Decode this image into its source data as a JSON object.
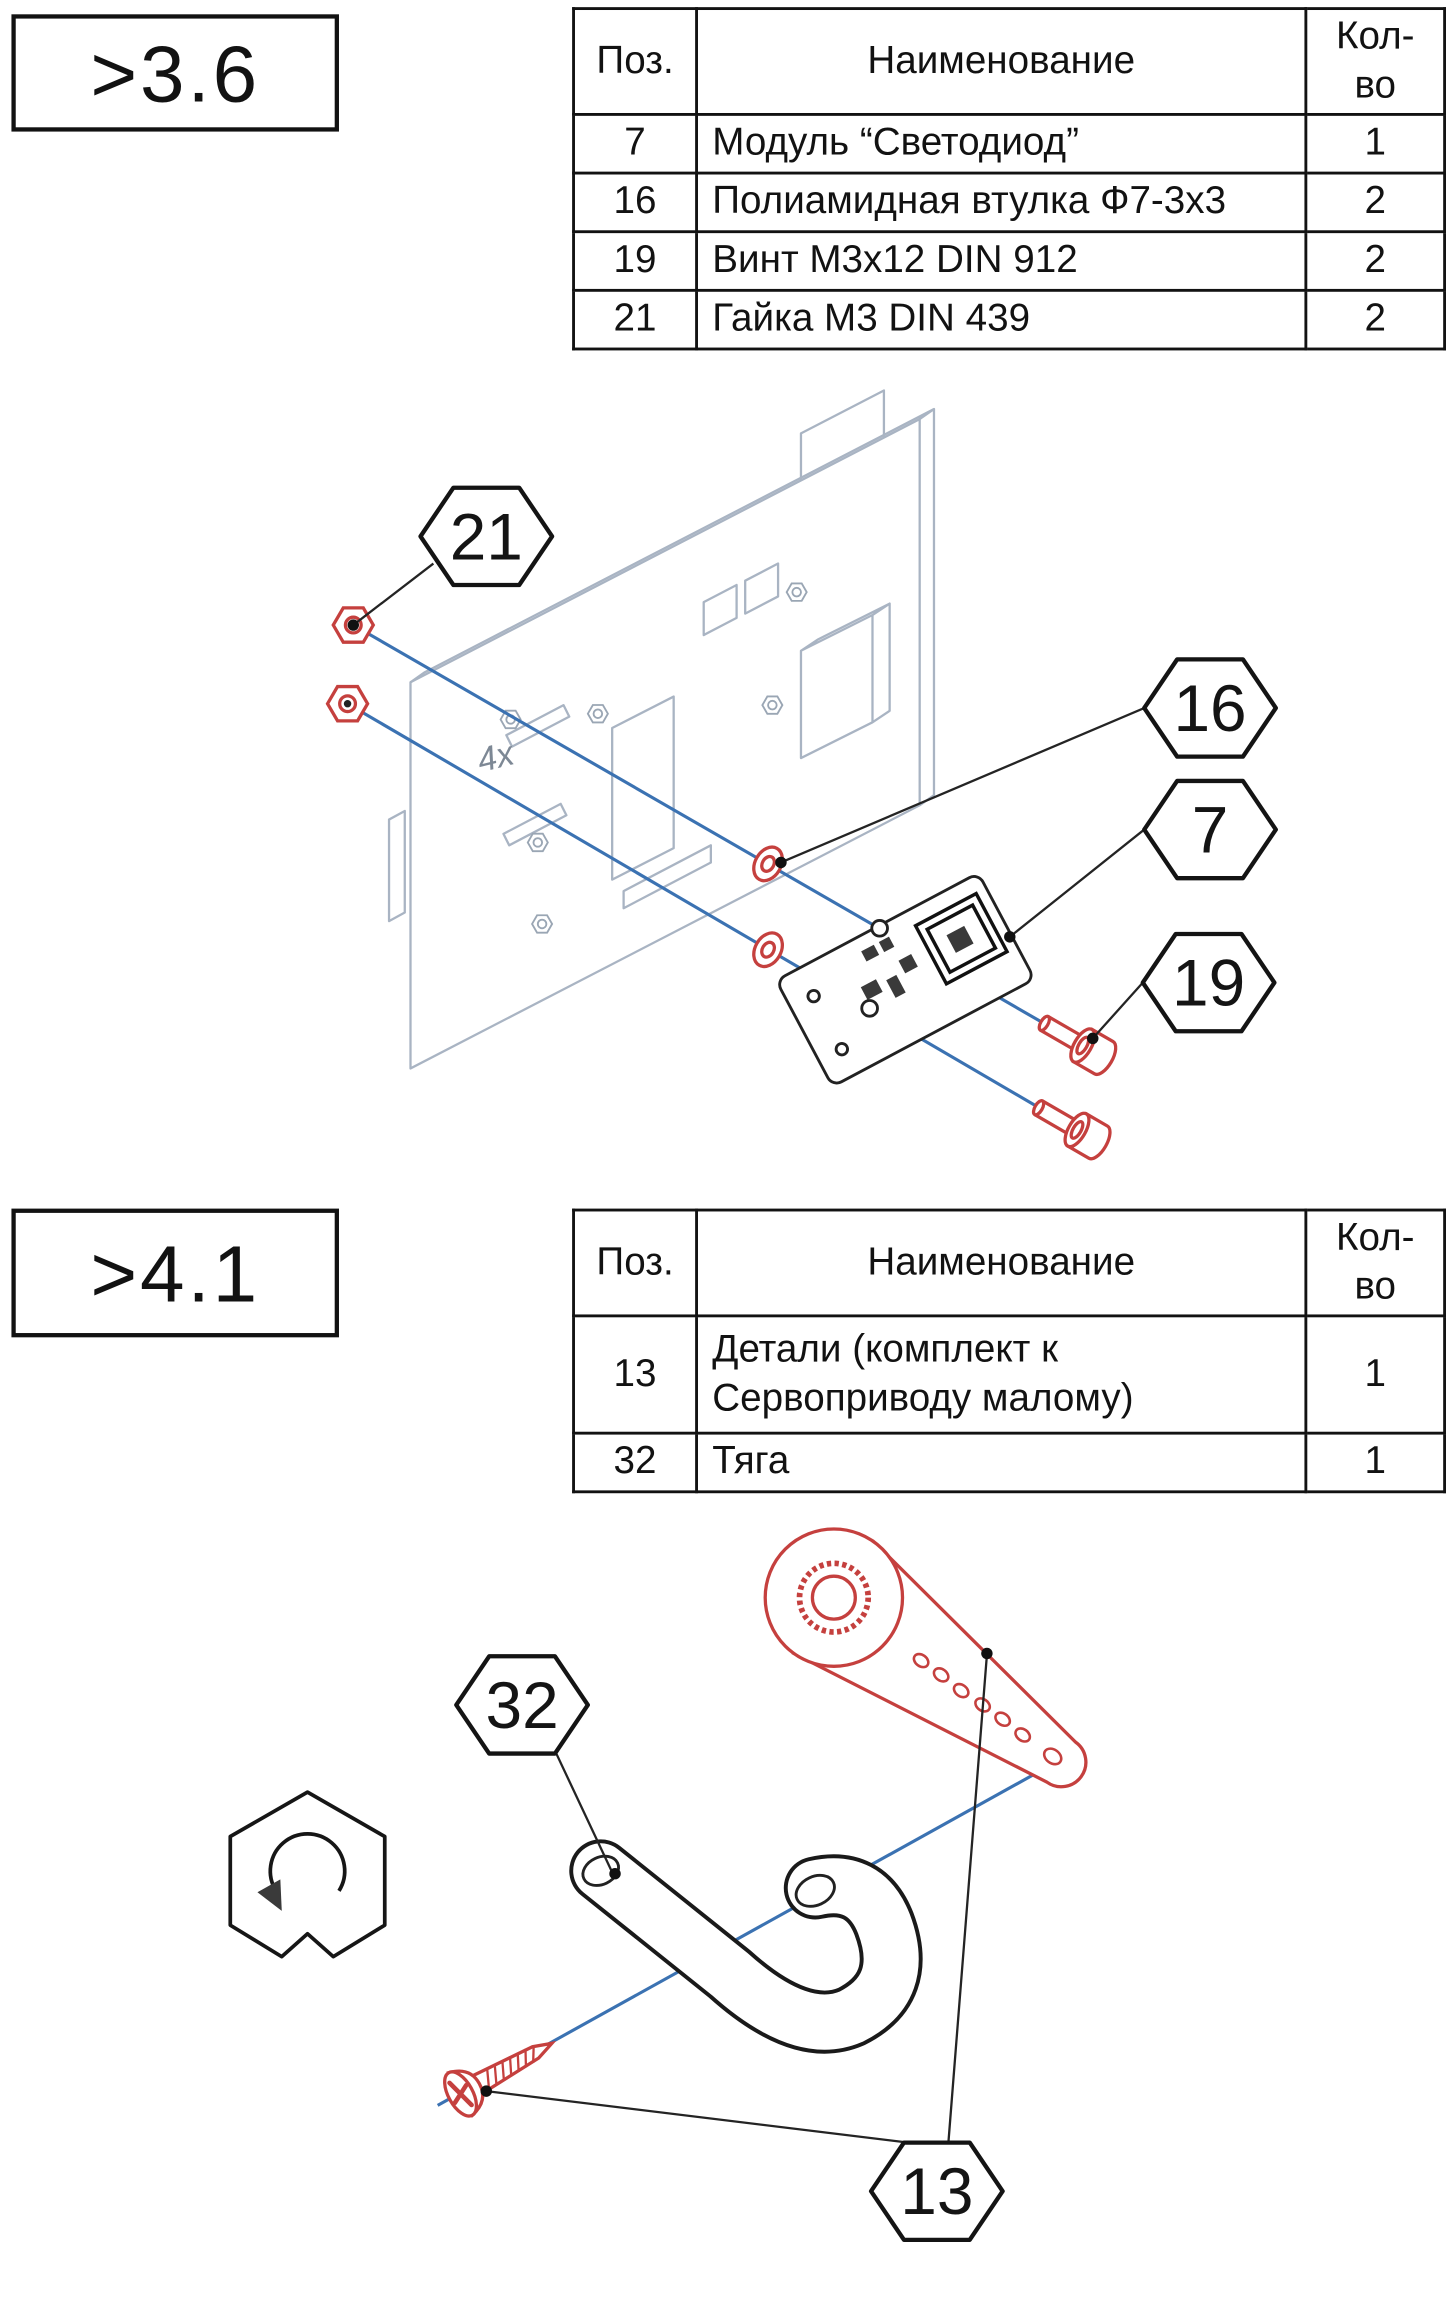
{
  "colors": {
    "accent_red": "#c5403e",
    "axis_blue": "#3b72b2",
    "panel_gray": "#a9b4c3",
    "ink": "#121212"
  },
  "sections": [
    {
      "step_label": ">3.6",
      "drawing_note": "4x",
      "table": {
        "headers": [
          "Поз.",
          "Наименование",
          "Кол-во"
        ],
        "rows": [
          {
            "pos": "7",
            "name": "Модуль “Светодиод”",
            "qty": "1"
          },
          {
            "pos": "16",
            "name": "Полиамидная втулка Ф7-3х3",
            "qty": "2"
          },
          {
            "pos": "19",
            "name": "Винт М3х12 DIN 912",
            "qty": "2"
          },
          {
            "pos": "21",
            "name": "Гайка М3 DIN 439",
            "qty": "2"
          }
        ]
      },
      "callouts": [
        "21",
        "16",
        "7",
        "19"
      ]
    },
    {
      "step_label": ">4.1",
      "table": {
        "headers": [
          "Поз.",
          "Наименование",
          "Кол-во"
        ],
        "rows": [
          {
            "pos": "13",
            "name_lines": [
              "Детали (комплект к",
              "Сервоприводу малому)"
            ],
            "qty": "1"
          },
          {
            "pos": "32",
            "name": "Тяга",
            "qty": "1"
          }
        ]
      },
      "callouts": [
        "32",
        "13"
      ]
    }
  ]
}
